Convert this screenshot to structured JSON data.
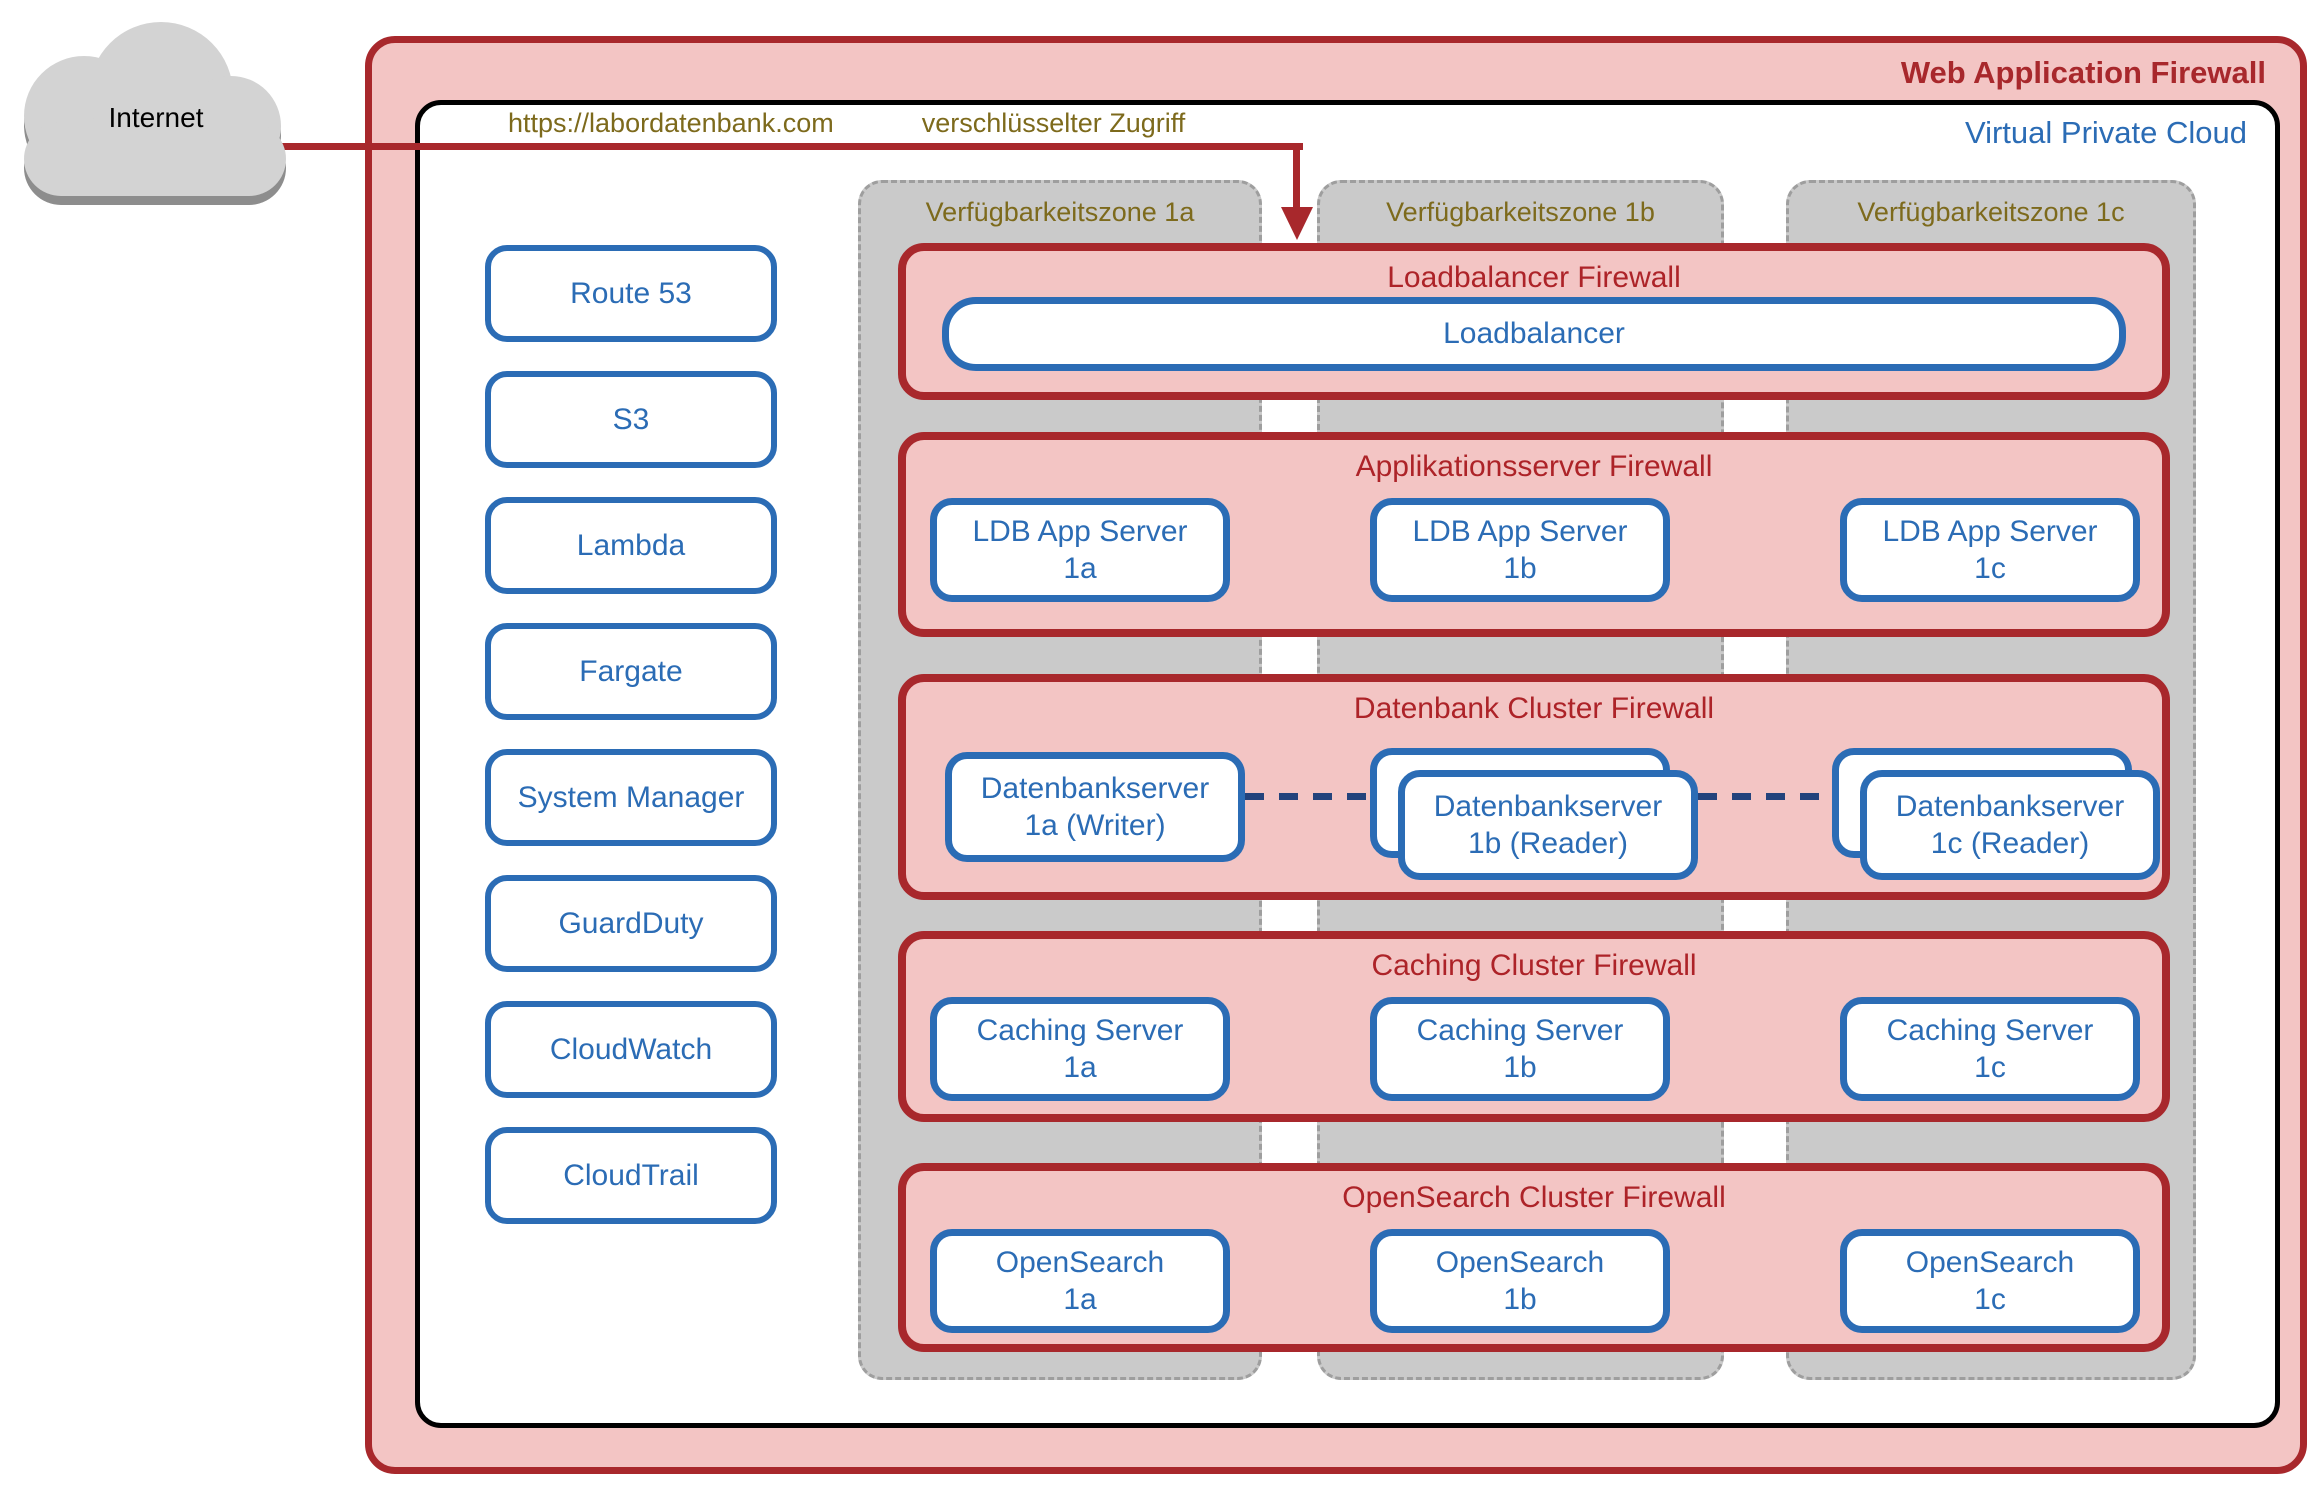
{
  "internet": {
    "label": "Internet"
  },
  "waf": {
    "label": "Web Application Firewall"
  },
  "vpc": {
    "label": "Virtual Private Cloud"
  },
  "connection": {
    "url": "https://labordatenbank.com",
    "note": "verschlüsselter Zugriff"
  },
  "zones": [
    {
      "label": "Verfügbarkeitszone 1a"
    },
    {
      "label": "Verfügbarkeitszone 1b"
    },
    {
      "label": "Verfügbarkeitszone 1c"
    }
  ],
  "services": [
    {
      "label": "Route 53"
    },
    {
      "label": "S3"
    },
    {
      "label": "Lambda"
    },
    {
      "label": "Fargate"
    },
    {
      "label": "System Manager"
    },
    {
      "label": "GuardDuty"
    },
    {
      "label": "CloudWatch"
    },
    {
      "label": "CloudTrail"
    }
  ],
  "firewalls": [
    {
      "title": "Loadbalancer Firewall",
      "nodes": [
        {
          "name": "Loadbalancer",
          "sub": ""
        }
      ]
    },
    {
      "title": "Applikationsserver Firewall",
      "nodes": [
        {
          "name": "LDB App Server",
          "sub": "1a"
        },
        {
          "name": "LDB App Server",
          "sub": "1b"
        },
        {
          "name": "LDB App Server",
          "sub": "1c"
        }
      ]
    },
    {
      "title": "Datenbank Cluster Firewall",
      "nodes": [
        {
          "name": "Datenbankserver",
          "sub": "1a (Writer)"
        },
        {
          "name": "Datenbankserver",
          "sub": "1b (Reader)"
        },
        {
          "name": "Datenbankserver",
          "sub": "1c (Reader)"
        }
      ]
    },
    {
      "title": "Caching Cluster Firewall",
      "nodes": [
        {
          "name": "Caching Server",
          "sub": "1a"
        },
        {
          "name": "Caching Server",
          "sub": "1b"
        },
        {
          "name": "Caching Server",
          "sub": "1c"
        }
      ]
    },
    {
      "title": "OpenSearch Cluster Firewall",
      "nodes": [
        {
          "name": "OpenSearch",
          "sub": "1a"
        },
        {
          "name": "OpenSearch",
          "sub": "1b"
        },
        {
          "name": "OpenSearch",
          "sub": "1c"
        }
      ]
    }
  ],
  "colors": {
    "firewall_red": "#a8282c",
    "firewall_pink": "#f3c5c4",
    "service_blue": "#2b6cb5",
    "label_olive": "#7d6a1c",
    "zone_gray": "#cacaca",
    "replication_navy": "#23437c",
    "vpc_border_black": "#000000",
    "cloud_gray": "#d3d3d3"
  }
}
